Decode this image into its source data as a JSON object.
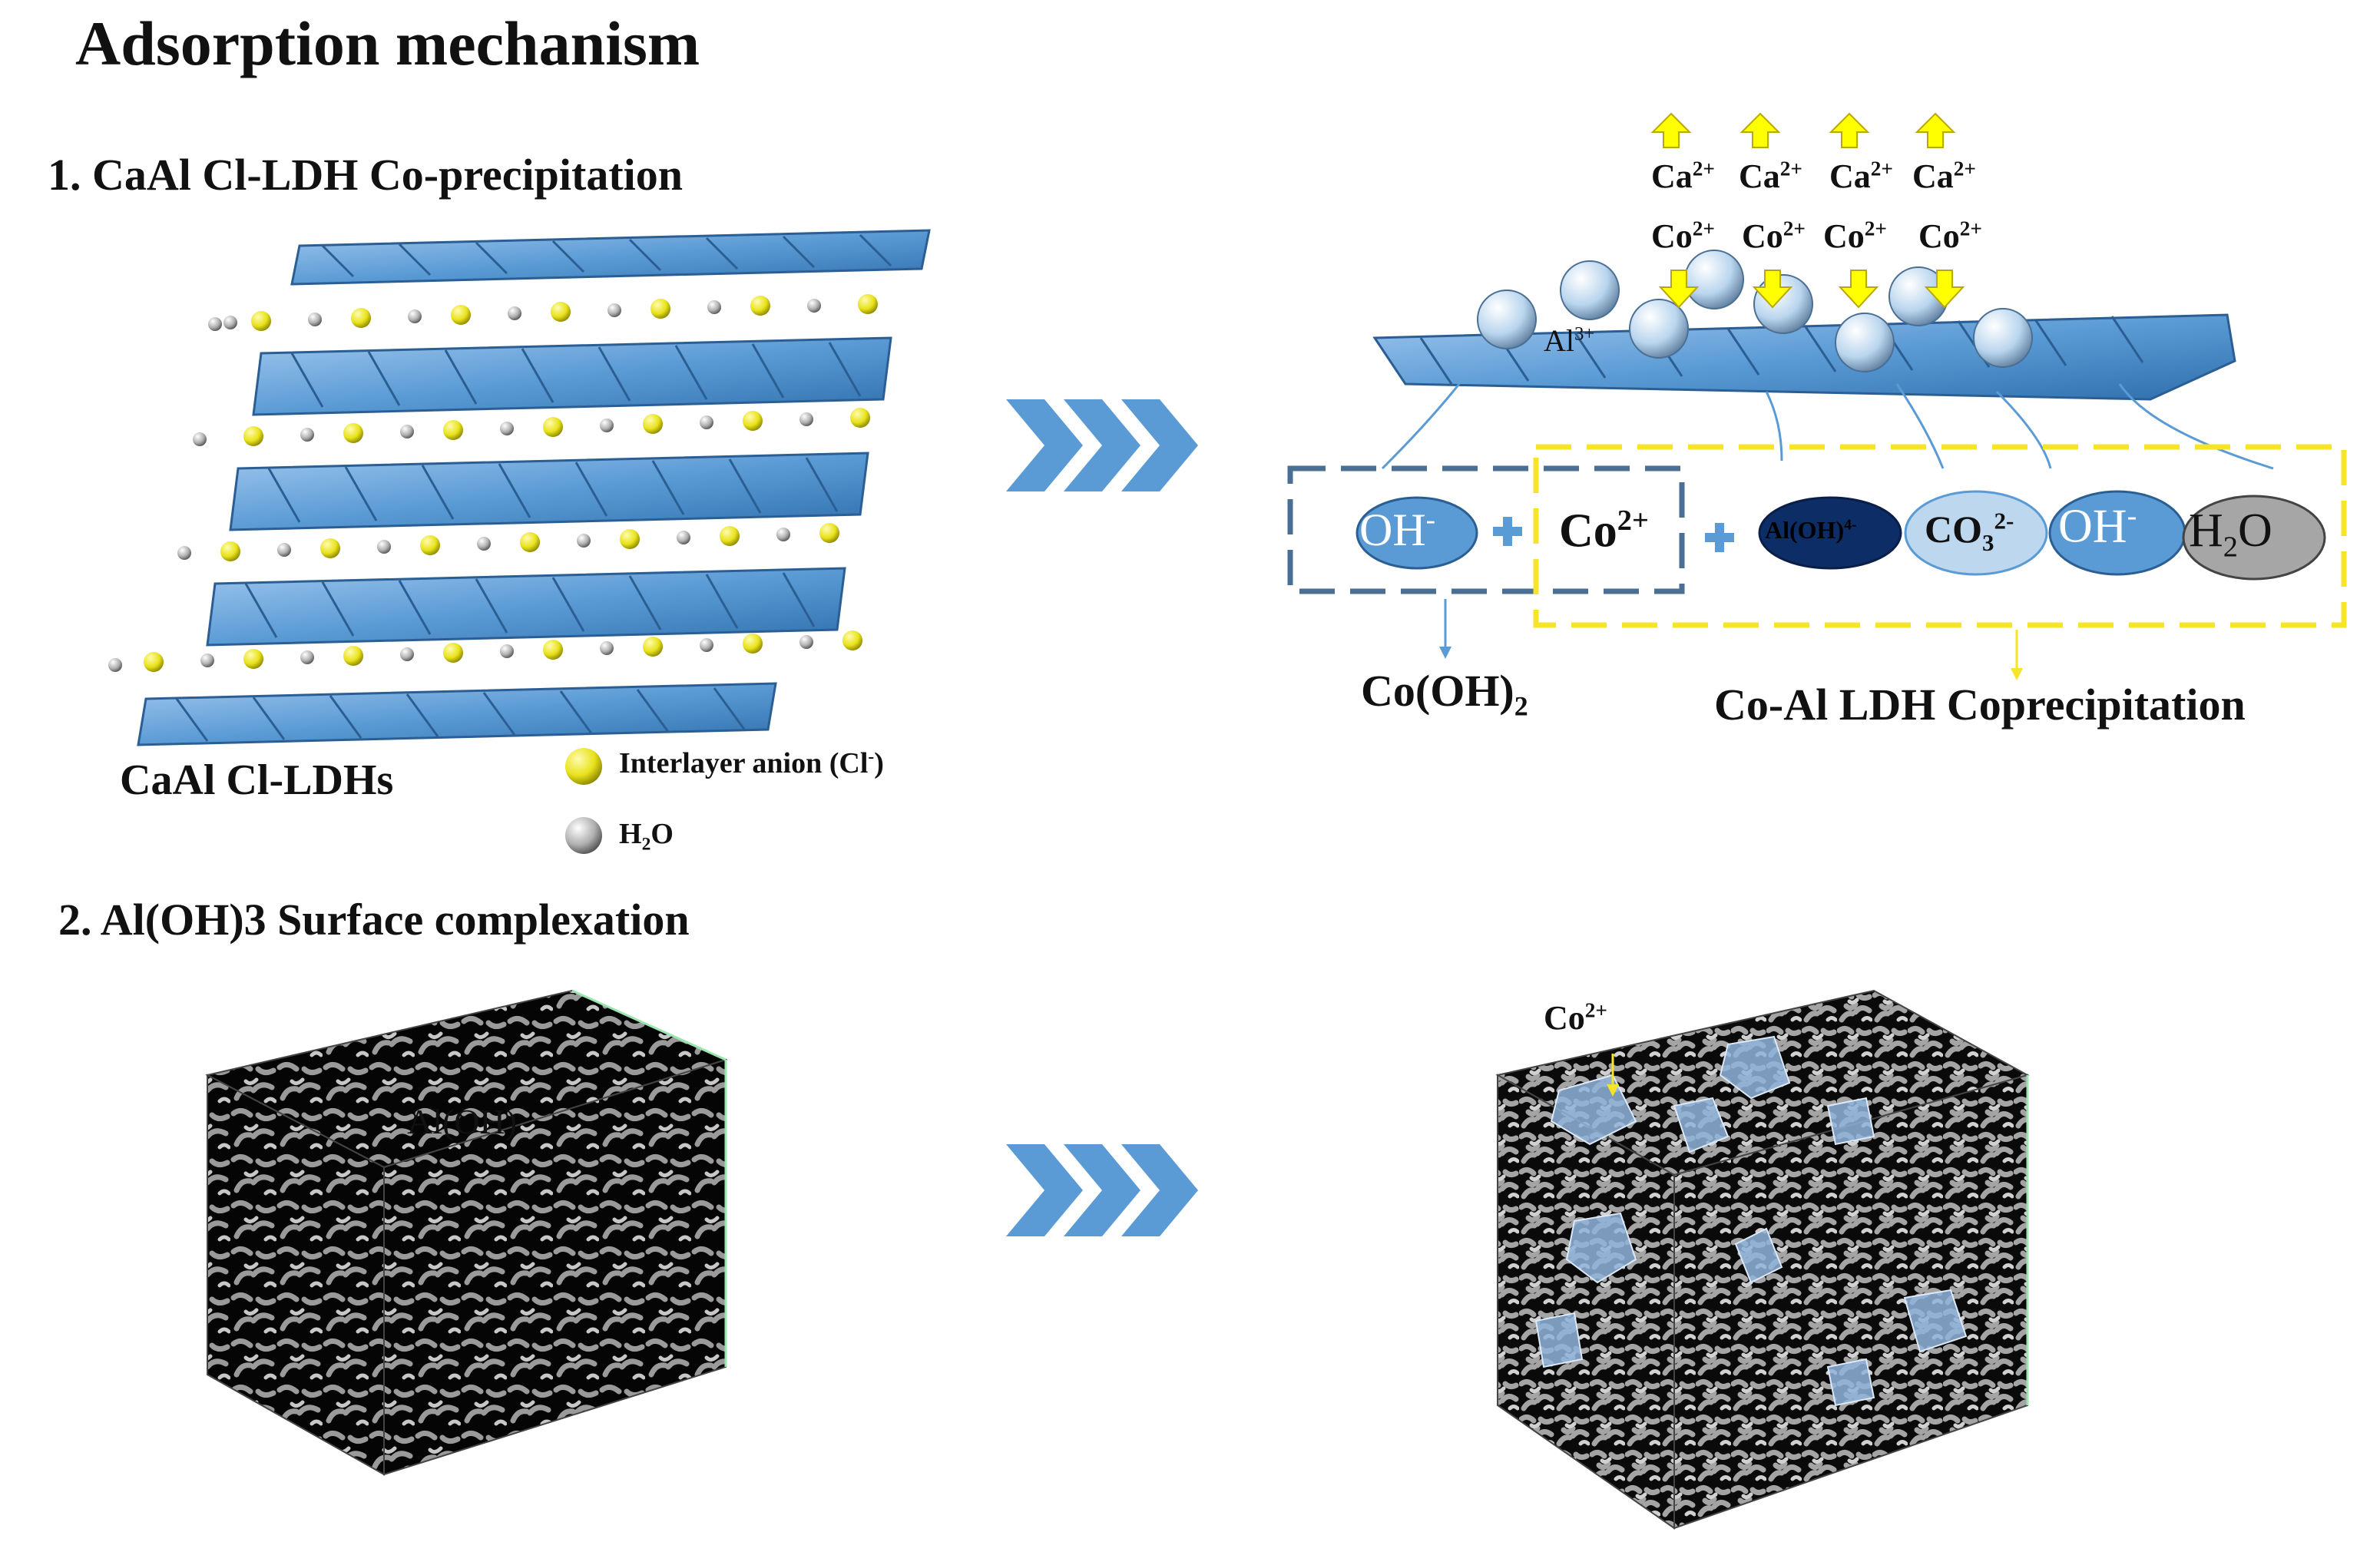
{
  "title": "Adsorption mechanism",
  "section1": {
    "heading": "1. CaAl Cl-LDH Co-precipitation",
    "structure_label": "CaAl Cl-LDHs",
    "legend": [
      {
        "label": "Interlayer anion (Cl",
        "sup": "-",
        "suffix": ")",
        "color": "#e8e21a"
      },
      {
        "label": "H",
        "sub": "2",
        "suffix": "O",
        "color": "#a8a8a8"
      }
    ],
    "released_ions": [
      {
        "base": "Ca",
        "charge": "2+"
      },
      {
        "base": "Ca",
        "charge": "2+"
      },
      {
        "base": "Ca",
        "charge": "2+"
      },
      {
        "base": "Ca",
        "charge": "2+"
      }
    ],
    "incoming_ions": [
      {
        "base": "Co",
        "charge": "2+"
      },
      {
        "base": "Co",
        "charge": "2+"
      },
      {
        "base": "Co",
        "charge": "2+"
      },
      {
        "base": "Co",
        "charge": "2+"
      }
    ],
    "surface_ion": {
      "base": "Al",
      "charge": "3+"
    },
    "species": [
      {
        "base": "OH",
        "charge": "-"
      },
      {
        "base": "Co",
        "charge": "2+"
      },
      {
        "base": "Al(OH)",
        "charge": "4-"
      },
      {
        "base": "CO",
        "sub": "3",
        "charge": "2-"
      },
      {
        "base": "OH",
        "charge": "-"
      },
      {
        "base": "H",
        "sub": "2",
        "suffix": "O"
      }
    ],
    "product_left": {
      "base": "Co(OH)",
      "sub": "2"
    },
    "product_right": "Co-Al LDH Coprecipitation"
  },
  "section2": {
    "heading": "2. Al(OH)3 Surface complexation",
    "left_cube_label": "Al(OH)",
    "right_cube_ion": {
      "base": "Co",
      "charge": "2+"
    }
  },
  "colors": {
    "octahedron": "#5b9bd5",
    "arrow_blue": "#5b9bd5",
    "dashed_blue": "#4a6f94",
    "dashed_yellow": "#f5e428",
    "down_arrow_yellow": "#ffff00",
    "al_oh4": "#0d2d66",
    "co3": "#bdd7ee",
    "oh": "#5b9bd5",
    "h2o": "#a6a6a6"
  }
}
